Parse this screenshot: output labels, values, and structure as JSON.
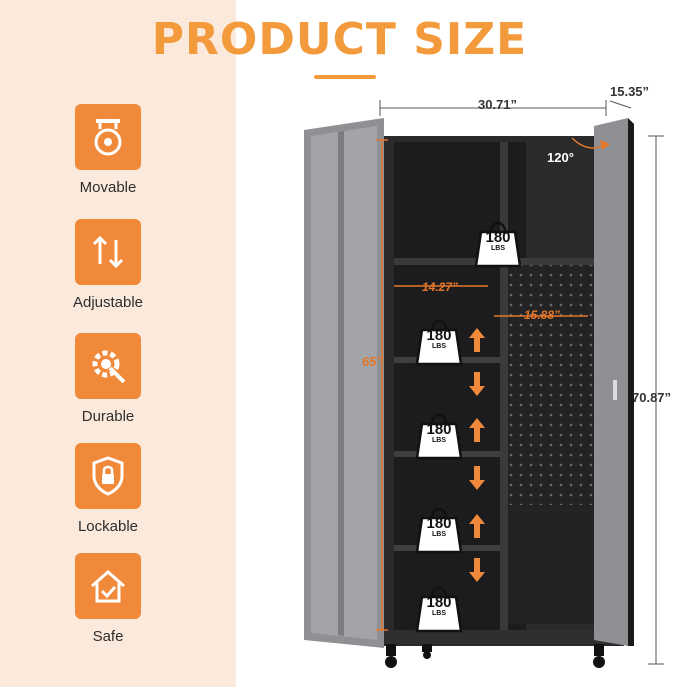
{
  "title": "PRODUCT SIZE",
  "features": [
    {
      "label": "Movable",
      "icon": "caster-wheel-icon"
    },
    {
      "label": "Adjustable",
      "icon": "up-down-arrows-icon"
    },
    {
      "label": "Durable",
      "icon": "gear-wrench-icon"
    },
    {
      "label": "Lockable",
      "icon": "lock-shield-icon"
    },
    {
      "label": "Safe",
      "icon": "house-check-icon"
    }
  ],
  "dimensions": {
    "width": "30.71”",
    "depth": "15.35”",
    "total_height": "70.87”",
    "door_height": "65”",
    "shelf_width": "14.27”",
    "peg_width": "15.88”",
    "door_angle": "120°"
  },
  "load": {
    "value": "180",
    "unit": "LBS"
  },
  "colors": {
    "accent": "#f39a3c",
    "cabinet": "#2b2b2d",
    "door": "#8f9093",
    "background_band": "#fbe9db"
  }
}
